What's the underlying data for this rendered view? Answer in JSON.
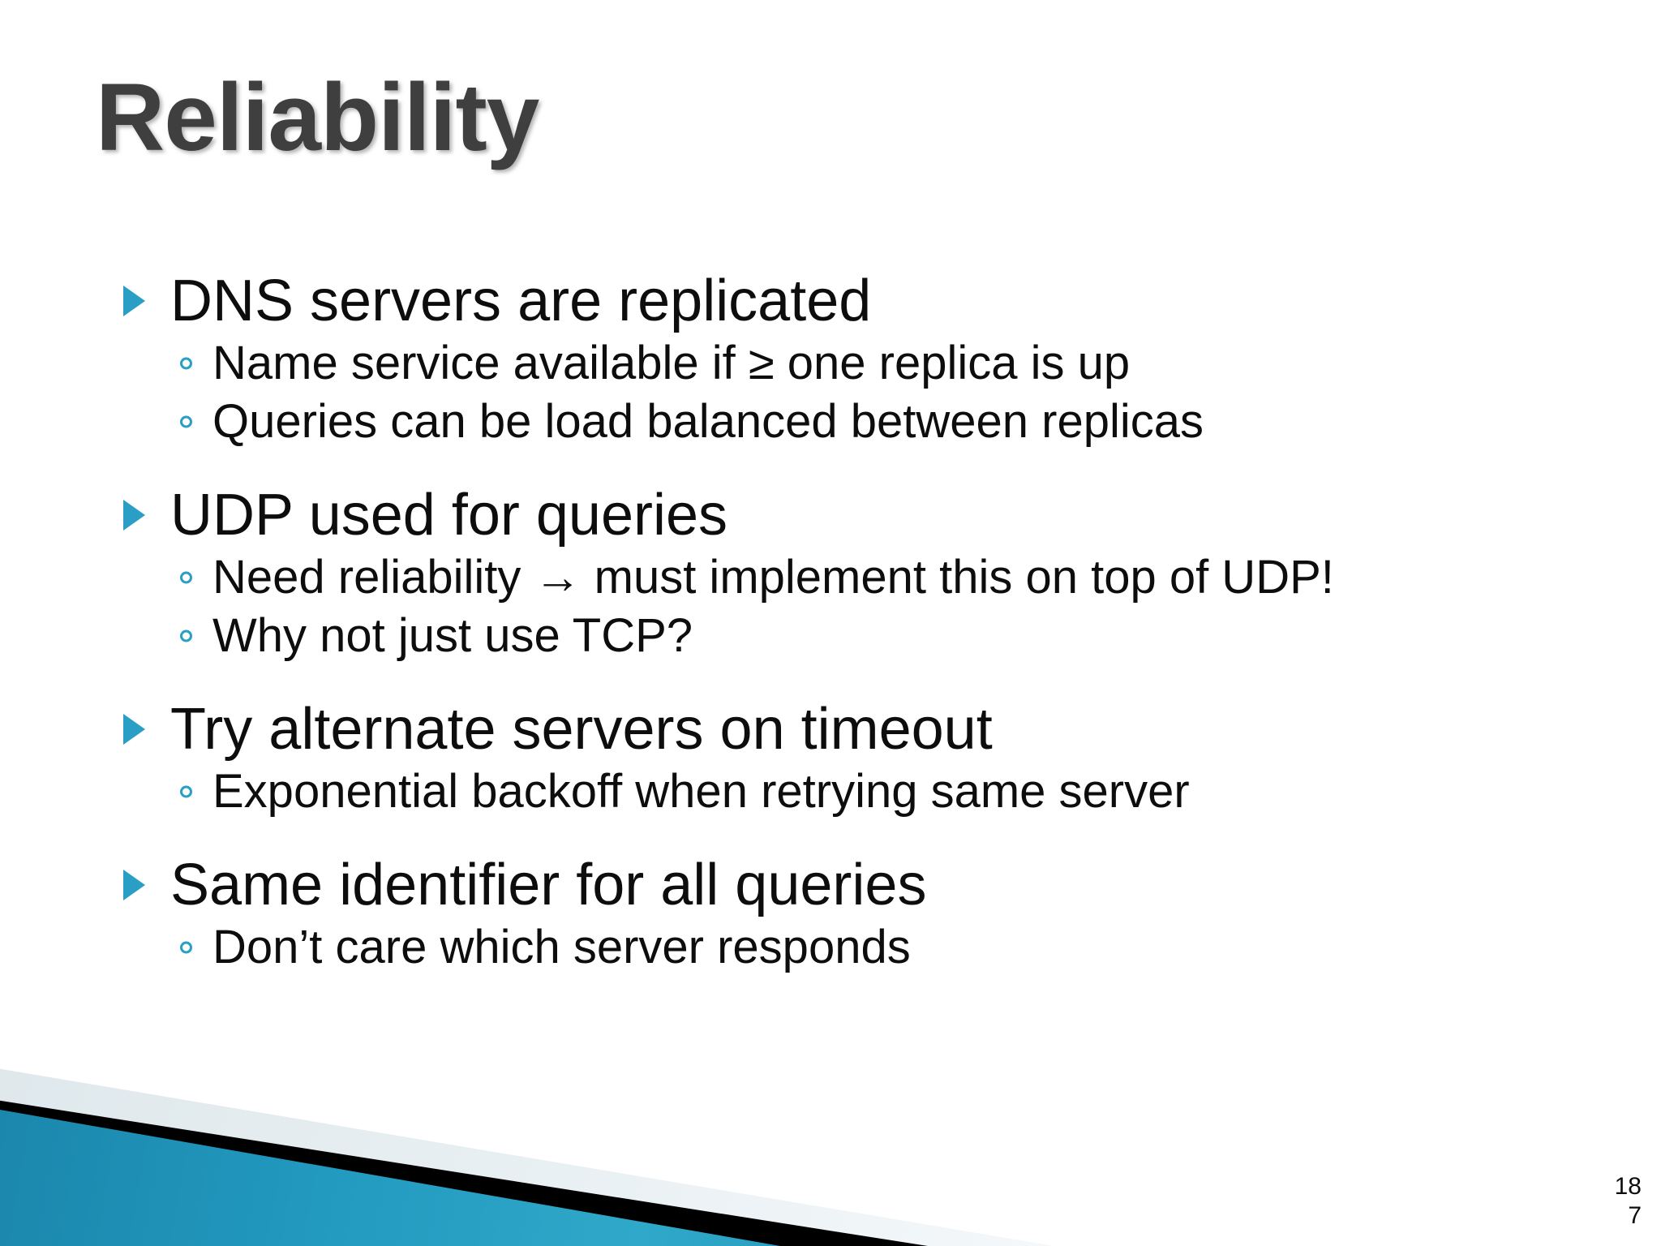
{
  "slide": {
    "title": "Reliability",
    "page_number_lines": [
      "18",
      "7"
    ],
    "accent_color": "#2a9ec4",
    "title_color": "#3f3f3f",
    "text_color": "#0d0d0d",
    "background_color": "#ffffff",
    "corner_graphic": {
      "teal": "#2299bf",
      "black": "#000000",
      "light": "#e9f0f3"
    }
  },
  "content": {
    "groups": [
      {
        "heading": "DNS servers are replicated",
        "sub": [
          "Name service available if ≥ one replica is up",
          "Queries can be load balanced between replicas"
        ]
      },
      {
        "heading": "UDP used for queries",
        "sub": [
          "Need reliability → must implement this on top of UDP!",
          "Why not just use TCP?"
        ]
      },
      {
        "heading": "Try alternate servers on timeout",
        "sub": [
          "Exponential backoff when retrying same server"
        ]
      },
      {
        "heading": "Same identifier for all queries",
        "sub": [
          "Don’t care which server responds"
        ]
      }
    ]
  }
}
